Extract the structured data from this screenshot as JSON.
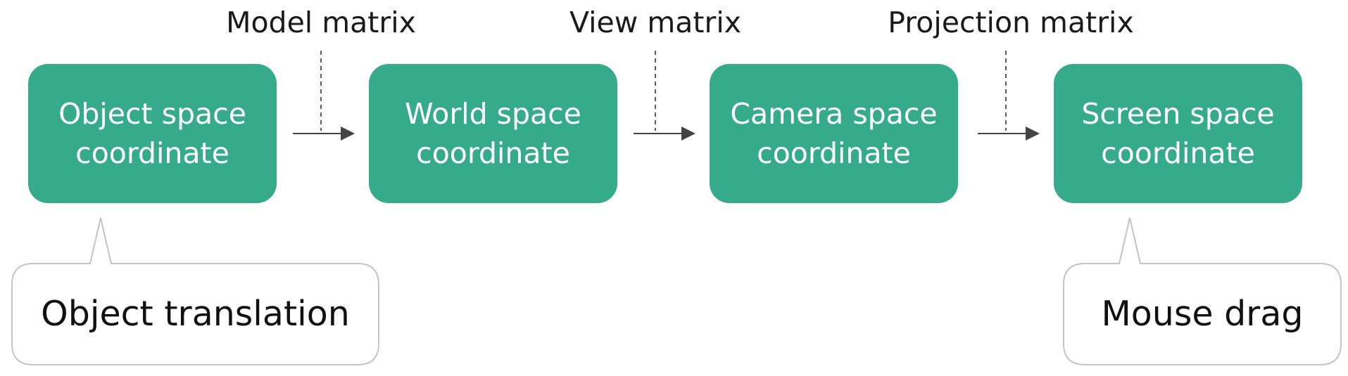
{
  "colors": {
    "stage_fill": "#36ab8b",
    "stage_text": "#ffffff",
    "arrow": "#444444",
    "callout_border": "#c4c4c4",
    "text": "#1a1a1a"
  },
  "stages": [
    {
      "line1": "Object space",
      "line2": "coordinate"
    },
    {
      "line1": "World space",
      "line2": "coordinate"
    },
    {
      "line1": "Camera space",
      "line2": "coordinate"
    },
    {
      "line1": "Screen space",
      "line2": "coordinate"
    }
  ],
  "matrices": [
    {
      "label": "Model matrix"
    },
    {
      "label": "View matrix"
    },
    {
      "label": "Projection matrix"
    }
  ],
  "callouts": [
    {
      "text": "Object translation",
      "attached_to": "Object space coordinate"
    },
    {
      "text": "Mouse drag",
      "attached_to": "Screen space coordinate"
    }
  ]
}
